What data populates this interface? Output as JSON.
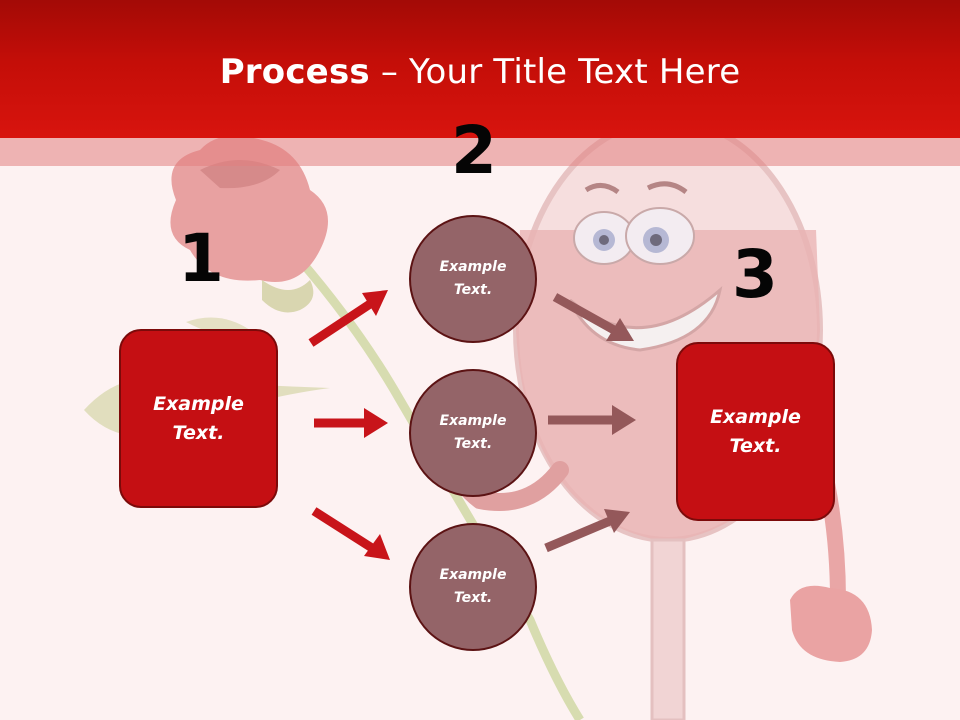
{
  "title": {
    "bold": "Process",
    "rest": " – Your Title Text Here"
  },
  "steps": {
    "n1": "1",
    "n2": "2",
    "n3": "3"
  },
  "left_box": {
    "line1": "Example",
    "line2": "Text."
  },
  "circles": [
    {
      "line1": "Example",
      "line2": "Text."
    },
    {
      "line1": "Example",
      "line2": "Text."
    },
    {
      "line1": "Example",
      "line2": "Text."
    }
  ],
  "right_box": {
    "line1": "Example",
    "line2": "Text."
  },
  "colors": {
    "header": "#c40e08",
    "box_fill": "#c50f13",
    "circle_fill": "#946468",
    "arrow_red": "#c8141a",
    "arrow_muted": "#94585a",
    "background": "#fdf2f2"
  }
}
